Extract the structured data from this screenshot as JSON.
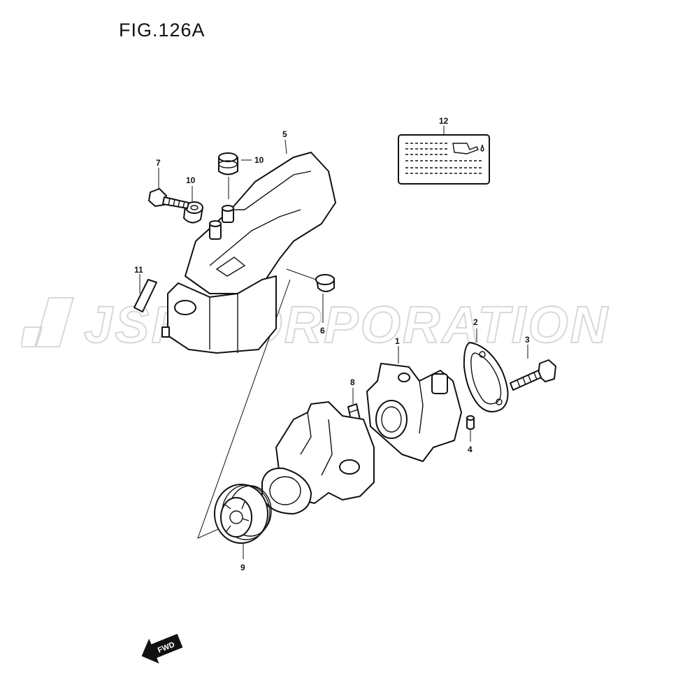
{
  "figure": {
    "title": "FIG.126A"
  },
  "watermark": {
    "text": "JSP CORPORATION"
  },
  "callouts": {
    "p1": "1",
    "p2": "2",
    "p3": "3",
    "p4": "4",
    "p5": "5",
    "p6": "6",
    "p7": "7",
    "p8": "8",
    "p9": "9",
    "p10a": "10",
    "p10b": "10",
    "p11": "11",
    "p12": "12"
  },
  "direction_arrow": {
    "label": "FWD"
  },
  "colors": {
    "line": "#111111",
    "watermark": "#d8d8d8",
    "background": "#ffffff"
  }
}
